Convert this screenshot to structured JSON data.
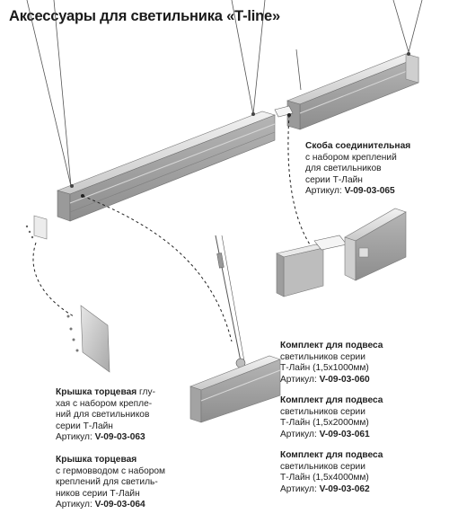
{
  "title": "Аксессуары для светильника «T-line»",
  "connector": {
    "name": "Скоба соединительная",
    "lines": [
      "с набором креплений",
      "для светильников",
      "серии Т-Лайн"
    ],
    "article_label": "Артикул: ",
    "article_code": "V-09-03-065"
  },
  "suspension_kits": [
    {
      "name": "Комплект для подвеса",
      "lines": [
        "светильников серии",
        "Т-Лайн (1,5х1000мм)"
      ],
      "article_label": "Артикул: ",
      "article_code": "V-09-03-060"
    },
    {
      "name": "Комплект для подвеса",
      "lines": [
        "светильников серии",
        "Т-Лайн (1,5х2000мм)"
      ],
      "article_label": "Артикул: ",
      "article_code": "V-09-03-061"
    },
    {
      "name": "Комплект для подвеса",
      "lines": [
        "светильников серии",
        "Т-Лайн (1,5х4000мм)"
      ],
      "article_label": "Артикул: ",
      "article_code": "V-09-03-062"
    }
  ],
  "end_cap_blind": {
    "name": "Крышка торцевая",
    "name_suffix": " глу-",
    "lines": [
      "хая с набором крепле-",
      "ний для светильников",
      "серии Т-Лайн"
    ],
    "article_label": "Артикул: ",
    "article_code": "V-09-03-063"
  },
  "end_cap_gland": {
    "name": "Крышка торцевая",
    "lines": [
      "с гермовводом с набором",
      "креплений для светиль-",
      "ников серии Т-Лайн"
    ],
    "article_label": "Артикул: ",
    "article_code": "V-09-03-064"
  }
}
